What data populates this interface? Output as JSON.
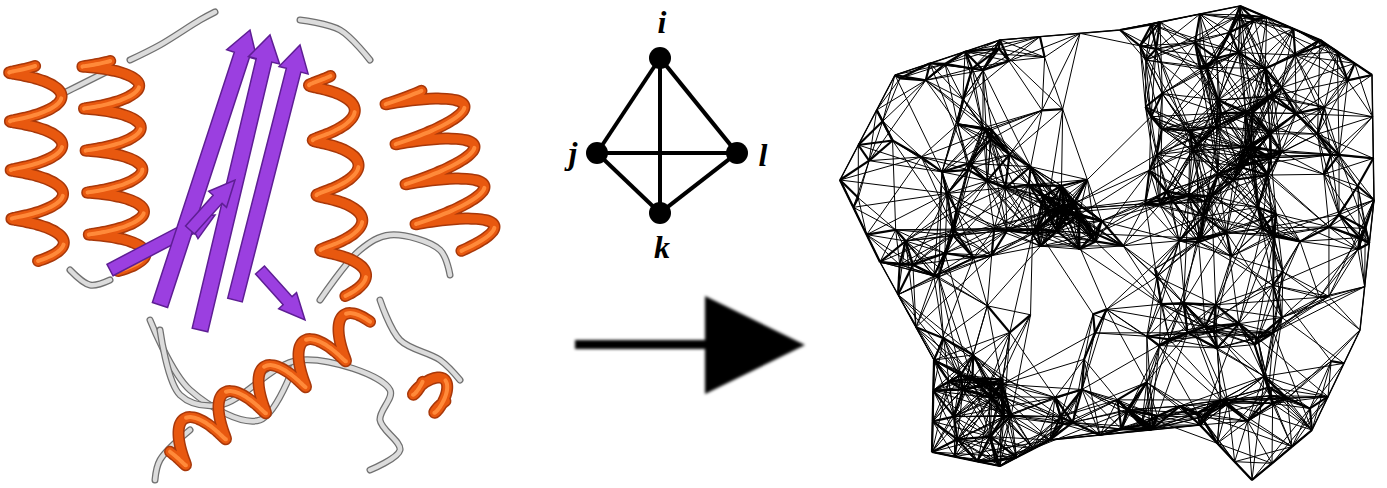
{
  "diagram": {
    "nodes": [
      {
        "text": [
          "i"
        ]
      },
      {
        "text": [
          "j"
        ]
      },
      {
        "text": [
          "l"
        ]
      },
      {
        "text": [
          "k"
        ]
      }
    ],
    "edges": [
      {
        "from": 0,
        "to": 1,
        "arrow": "none"
      },
      {
        "from": 0,
        "to": 2,
        "arrow": "none"
      },
      {
        "from": 0,
        "to": 3,
        "arrow": "none"
      },
      {
        "from": 1,
        "to": 2,
        "arrow": "none"
      },
      {
        "from": 1,
        "to": 3,
        "arrow": "none"
      },
      {
        "from": 2,
        "to": 3,
        "arrow": "none"
      }
    ]
  }
}
